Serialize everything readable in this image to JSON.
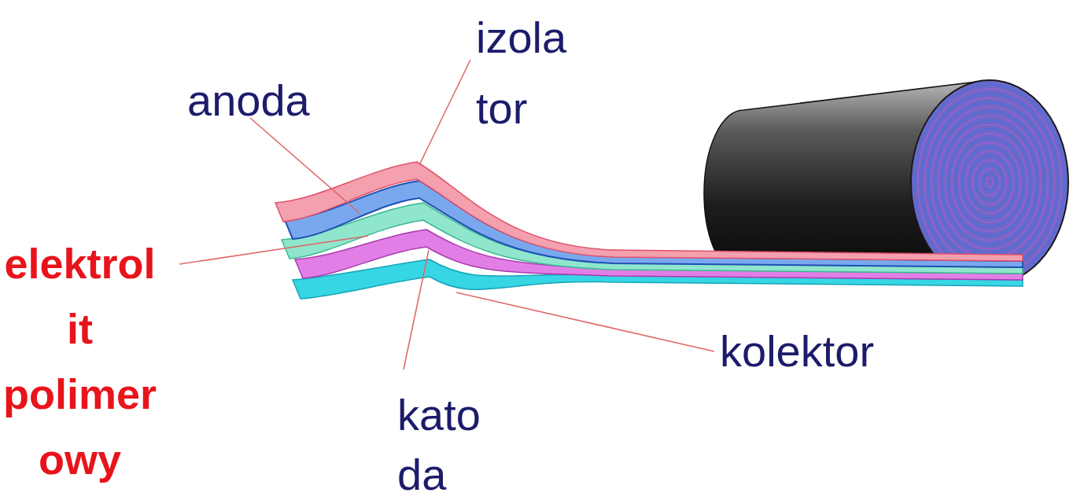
{
  "diagram": {
    "labels": [
      "izola tor",
      "anoda",
      "elektrol it polimer owy",
      "kato da",
      "kolektor"
    ]
  }
}
